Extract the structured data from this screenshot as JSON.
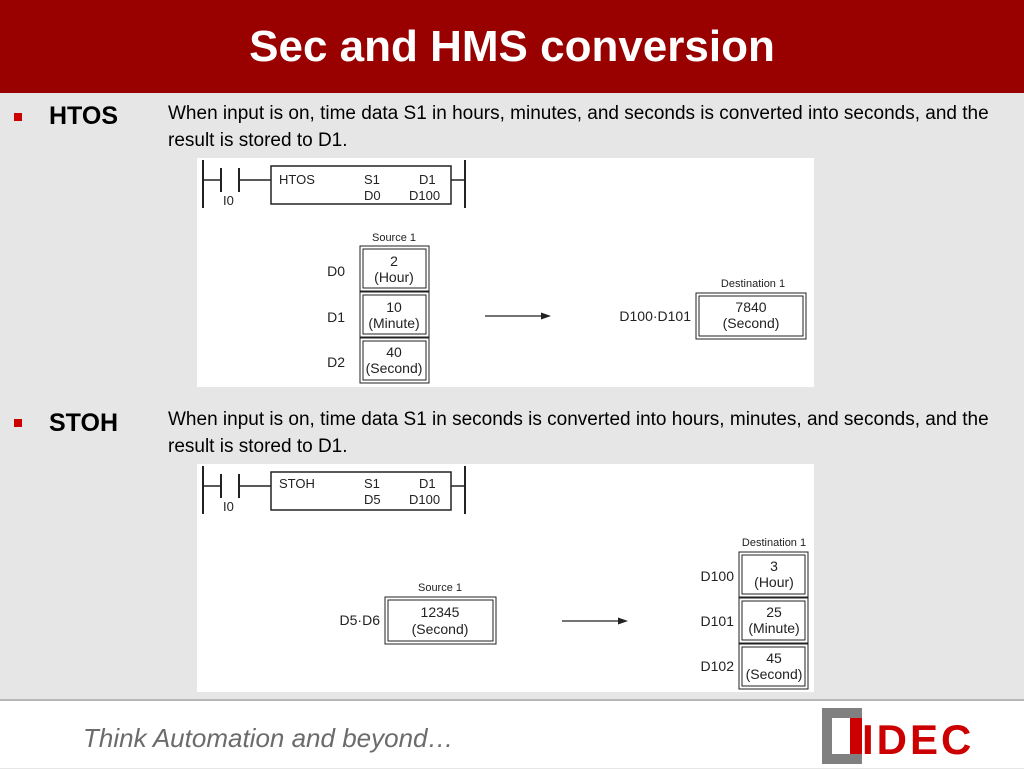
{
  "slide": {
    "title": "Sec and HMS conversion"
  },
  "sections": [
    {
      "label": "HTOS",
      "description": "When input is on, time data S1 in hours, minutes, and seconds is converted into seconds, and the result is stored to D1.",
      "ladder": {
        "input": "I0",
        "instruction": "HTOS",
        "s1_header": "S1",
        "d1_header": "D1",
        "s1_value": "D0",
        "d1_value": "D100"
      },
      "source": {
        "title": "Source 1",
        "rows": [
          {
            "reg": "D0",
            "value": "2",
            "unit": "(Hour)"
          },
          {
            "reg": "D1",
            "value": "10",
            "unit": "(Minute)"
          },
          {
            "reg": "D2",
            "value": "40",
            "unit": "(Second)"
          }
        ]
      },
      "destination": {
        "title": "Destination 1",
        "rows": [
          {
            "reg": "D100·D101",
            "value": "7840",
            "unit": "(Second)"
          }
        ]
      }
    },
    {
      "label": "STOH",
      "description": "When input is on, time data S1 in seconds is converted into hours, minutes, and seconds, and the result is stored to D1.",
      "ladder": {
        "input": "I0",
        "instruction": "STOH",
        "s1_header": "S1",
        "d1_header": "D1",
        "s1_value": "D5",
        "d1_value": "D100"
      },
      "source": {
        "title": "Source 1",
        "rows": [
          {
            "reg": "D5·D6",
            "value": "12345",
            "unit": "(Second)"
          }
        ]
      },
      "destination": {
        "title": "Destination 1",
        "rows": [
          {
            "reg": "D100",
            "value": "3",
            "unit": "(Hour)"
          },
          {
            "reg": "D101",
            "value": "25",
            "unit": "(Minute)"
          },
          {
            "reg": "D102",
            "value": "45",
            "unit": "(Second)"
          }
        ]
      }
    }
  ],
  "footer": {
    "tagline": "Think Automation and beyond…",
    "logo_text": "IDEC"
  },
  "colors": {
    "title_bar": "#990000",
    "bullet": "#cc0000",
    "background": "#e6e6e6",
    "logo_gray": "#808080",
    "logo_red": "#cc0000"
  }
}
